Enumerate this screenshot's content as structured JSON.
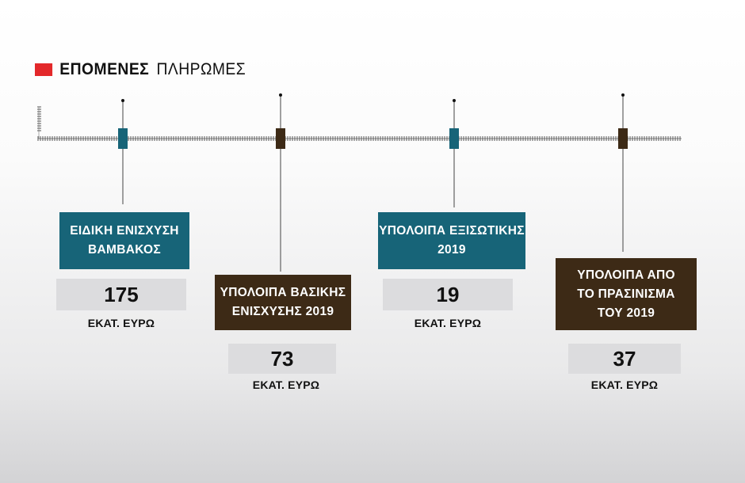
{
  "header": {
    "title_bold": "ΕΠΟΜΕΝΕΣ",
    "title_light": "ΠΛΗΡΩΜΕΣ",
    "accent_color": "#e3282a"
  },
  "colors": {
    "teal": "#176478",
    "brown": "#3d2a16",
    "value_box": "#dcdcde"
  },
  "payments": [
    {
      "label_line1": "ΕΙΔΙΚΗ ΕΝΙΣΧΥΣΗ",
      "label_line2": "ΒΑΜΒΑΚΟΣ",
      "label_line3": "",
      "value": "175",
      "unit": "ΕΚΑΤ. ΕΥΡΩ",
      "color": "teal"
    },
    {
      "label_line1": "ΥΠΟΛΟΙΠΑ ΒΑΣΙΚΗΣ",
      "label_line2": "ΕΝΙΣΧΥΣΗΣ 2019",
      "label_line3": "",
      "value": "73",
      "unit": "ΕΚΑΤ. ΕΥΡΩ",
      "color": "brown"
    },
    {
      "label_line1": "ΥΠΟΛΟΙΠΑ ΕΞΙΣΩΤΙΚΗΣ",
      "label_line2": "2019",
      "label_line3": "",
      "value": "19",
      "unit": "ΕΚΑΤ. ΕΥΡΩ",
      "color": "teal"
    },
    {
      "label_line1": "ΥΠΟΛΟΙΠΑ ΑΠΟ",
      "label_line2": "ΤΟ ΠΡΑΣΙΝΙΣΜΑ",
      "label_line3": "ΤΟΥ 2019",
      "value": "37",
      "unit": "ΕΚΑΤ. ΕΥΡΩ",
      "color": "brown"
    }
  ]
}
